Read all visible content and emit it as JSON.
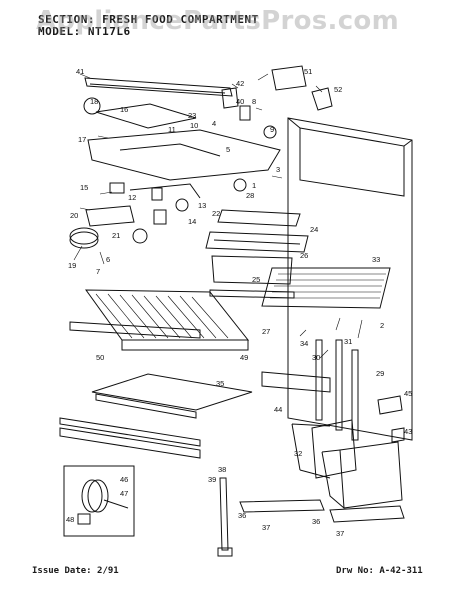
{
  "header": {
    "line1": "SECTION: FRESH FOOD COMPARTMENT",
    "line2": "MODEL: NT17L6"
  },
  "watermark": "AppliancePartsPros.com",
  "footer": {
    "issue_date": "Issue Date: 2/91",
    "drawing_number": "Drw No: A-42-311"
  },
  "callouts": [
    "1",
    "2",
    "3",
    "4",
    "5",
    "6",
    "7",
    "8",
    "9",
    "10",
    "11",
    "12",
    "13",
    "14",
    "15",
    "16",
    "17",
    "18",
    "19",
    "20",
    "21",
    "22",
    "23",
    "24",
    "25",
    "26",
    "27",
    "28",
    "29",
    "30",
    "31",
    "32",
    "33",
    "34",
    "35",
    "36",
    "37",
    "38",
    "39",
    "40",
    "41",
    "42",
    "43",
    "44",
    "45",
    "46",
    "47",
    "48",
    "49",
    "50",
    "51",
    "52"
  ],
  "colors": {
    "ink": "#111111",
    "paper": "#ffffff",
    "watermark": "#969696"
  }
}
